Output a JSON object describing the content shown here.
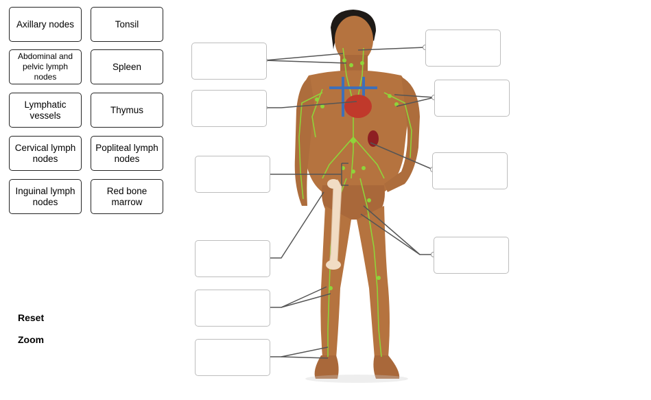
{
  "terms": [
    {
      "label": "Axillary nodes"
    },
    {
      "label": "Tonsil"
    },
    {
      "label": "Abdominal and pelvic lymph nodes"
    },
    {
      "label": "Spleen"
    },
    {
      "label": "Lymphatic vessels"
    },
    {
      "label": "Thymus"
    },
    {
      "label": "Cervical lymph nodes"
    },
    {
      "label": "Popliteal lymph nodes"
    },
    {
      "label": "Inguinal lymph nodes"
    },
    {
      "label": "Red bone marrow"
    }
  ],
  "controls": {
    "reset_label": "Reset",
    "zoom_label": "Zoom"
  },
  "colors": {
    "skin": "#b5733f",
    "lymph": "#8fd43a",
    "vein": "#3f6fb8",
    "artery": "#c0392b",
    "bone": "#f1dcc4",
    "leader": "#555555"
  }
}
